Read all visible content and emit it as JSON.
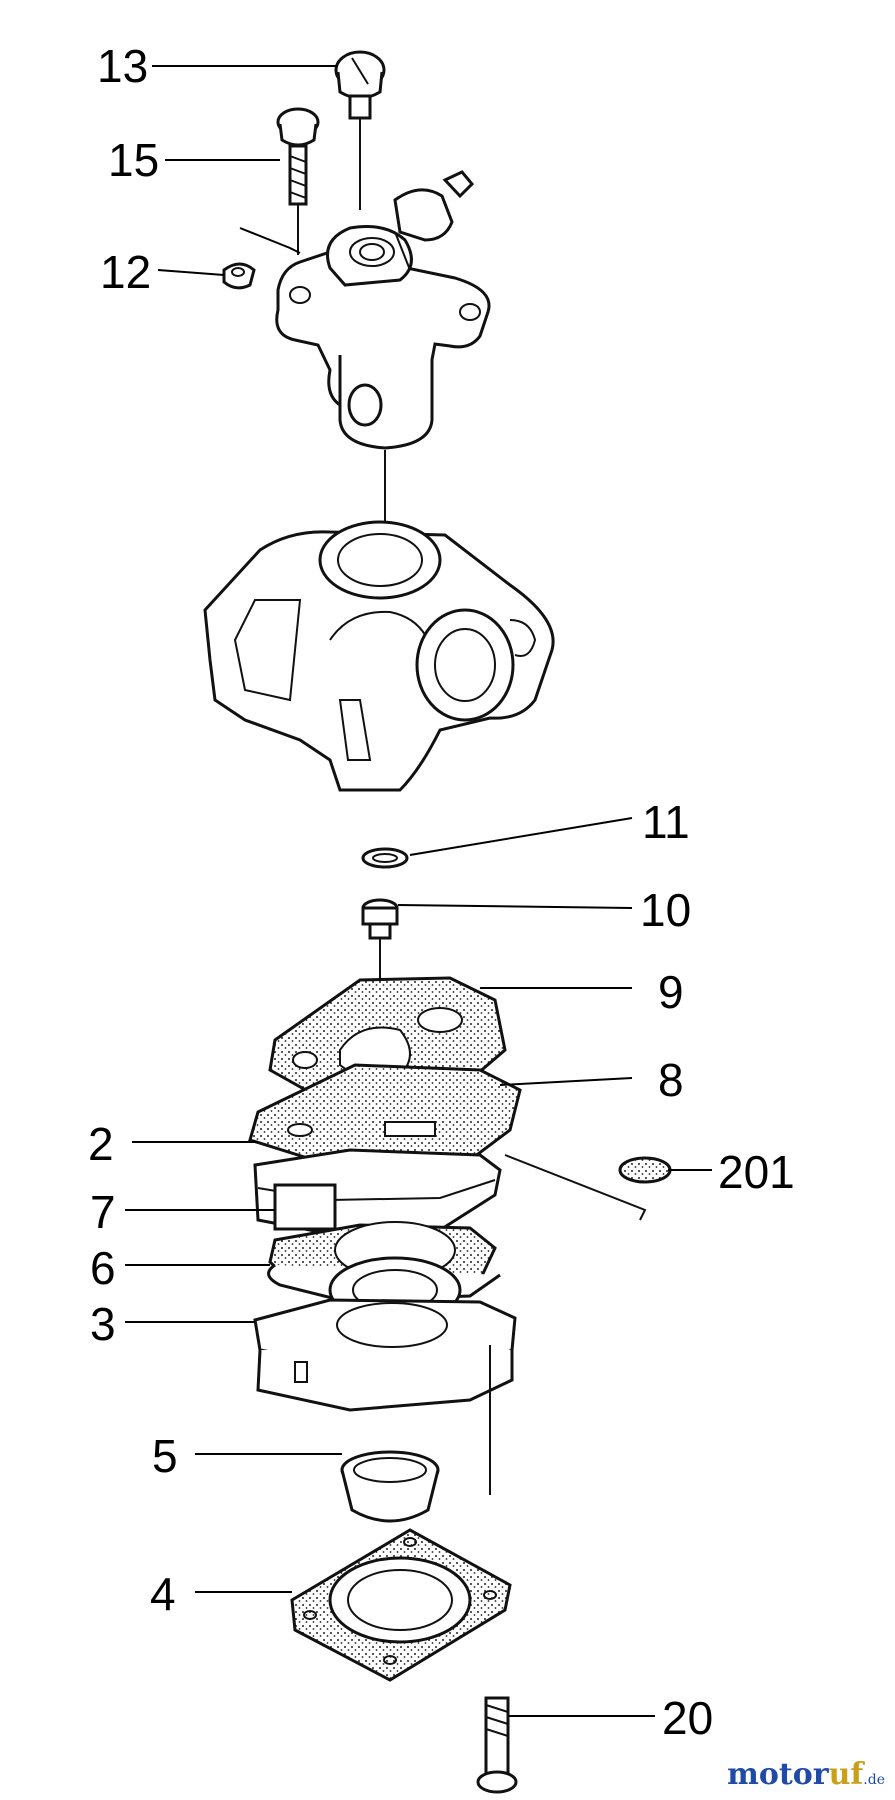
{
  "callouts": {
    "p13": "13",
    "p15": "15",
    "p12": "12",
    "p11": "11",
    "p10": "10",
    "p9": "9",
    "p8": "8",
    "p2": "2",
    "p201": "201",
    "p7": "7",
    "p6": "6",
    "p3": "3",
    "p5": "5",
    "p4": "4",
    "p20": "20"
  },
  "watermark": {
    "brand_a": "motor",
    "brand_b": "uf",
    "tld": ".de"
  }
}
